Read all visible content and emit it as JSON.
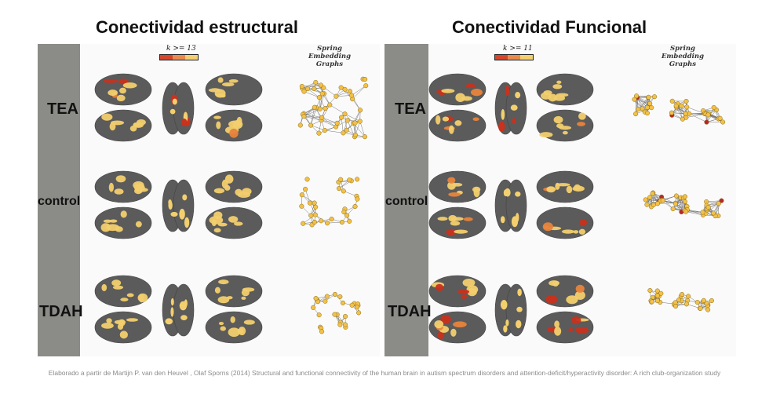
{
  "titles": {
    "structural": "Conectividad estructural",
    "functional": "Conectividad Funcional"
  },
  "structural_panel": {
    "threshold": "k >= 13",
    "graphs_label_line1": "Spring Embedding",
    "graphs_label_line2": "Graphs"
  },
  "functional_panel": {
    "threshold": "k >= 11",
    "graphs_label_line1": "Spring Embedding",
    "graphs_label_line2": "Graphs"
  },
  "rows": [
    {
      "label": "TEA"
    },
    {
      "label": "control"
    },
    {
      "label": "TDAH"
    }
  ],
  "colors": {
    "sidebar": "#8b8b87",
    "brain_gray": "#5b5b5b",
    "brain_yellow": "#f3cf6e",
    "brain_orange": "#e8843c",
    "brain_red": "#c8321e",
    "node_yellow": "#f2c14a",
    "node_red": "#b8262a",
    "caption_gray": "#8c8c8c"
  },
  "caption": "Elaborado a partir de Martijn P. van den Heuvel , Olaf Sporns (2014) Structural and functional connectivity of the human brain in autism spectrum disorders and attention-deficit/hyperactivity disorder: A rich club-organization study"
}
